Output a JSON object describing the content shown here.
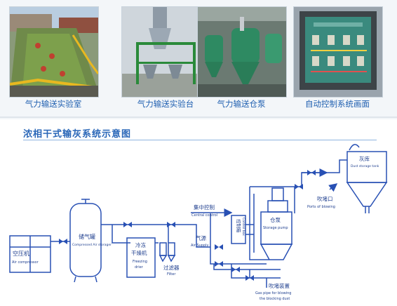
{
  "photos": [
    {
      "caption": "气力输送实验室",
      "icon": "lab-rooftop-photo"
    },
    {
      "caption": "气力输送实验台",
      "icon": "test-rig-photo"
    },
    {
      "caption": "气力输送仓泵",
      "icon": "silo-pump-photo"
    },
    {
      "caption": "自动控制系统画面",
      "icon": "control-screen-photo"
    }
  ],
  "heading": "浓相干式输灰系统示意图",
  "diagram": {
    "air_compressor_cn": "空压机",
    "air_compressor_en": "Air compressor",
    "air_tank_cn": "储气罐",
    "air_tank_en": "Compressed Air storager",
    "dryer_cn1": "冷冻",
    "dryer_cn2": "干燥机",
    "dryer_en1": "Freezing",
    "dryer_en2": "drier",
    "filter_cn": "过滤器",
    "filter_en": "Filter",
    "central_control_cn": "集中控制",
    "central_control_en": "Central control",
    "air_supply_cn": "气源",
    "air_supply_en": "Air Supply",
    "control_box_cn": "控制箱",
    "control_box_en": "Control box",
    "pump_cn": "仓泵",
    "pump_en": "Storage pump",
    "blowing_device_cn": "吹堵装置",
    "blowing_device_en1": "Gas pipe for blowing",
    "blowing_device_en2": "the blocking dust",
    "port_cn": "吹堵口",
    "port_en": "Ports of blowing",
    "ash_silo_cn": "灰库",
    "ash_silo_en": "Dust storage tank"
  },
  "colors": {
    "line": "#2850b4",
    "text": "#1f3f8f",
    "caption": "#1f5fb0"
  }
}
